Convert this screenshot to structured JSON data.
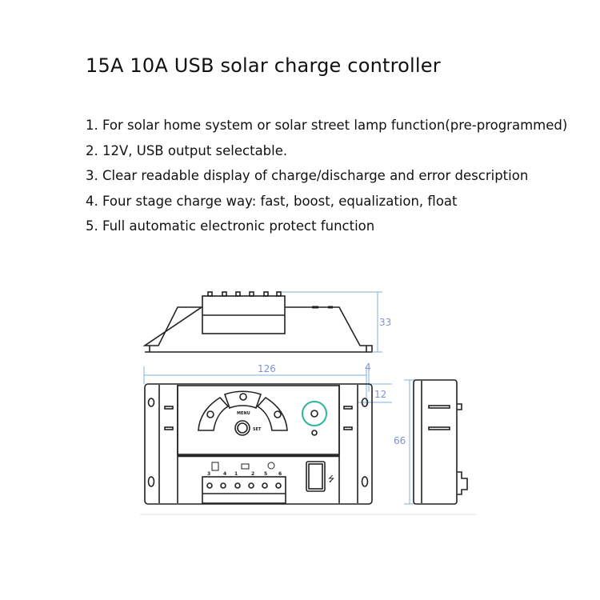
{
  "title": "15A 10A USB solar charge controller",
  "features": [
    "1. For solar home system or solar street lamp function(pre-programmed)",
    "2. 12V, USB output selectable.",
    "3. Clear readable display of charge/discharge and error description",
    "4. Four stage charge way: fast, boost, equalization, float",
    "5. Full automatic electronic protect function"
  ],
  "drawing": {
    "dimensions": {
      "height": "33",
      "width": "126",
      "hole_offset_x": "4",
      "hole_offset_y": "12",
      "depth": "66"
    },
    "panel_labels": {
      "mode": "MENU",
      "set": "SET"
    },
    "terminal_numbers": [
      "3",
      "4",
      "1",
      "2",
      "5",
      "6"
    ],
    "colors": {
      "dimension": "#7fb2d8",
      "button_ring": "#2bb59a"
    }
  }
}
